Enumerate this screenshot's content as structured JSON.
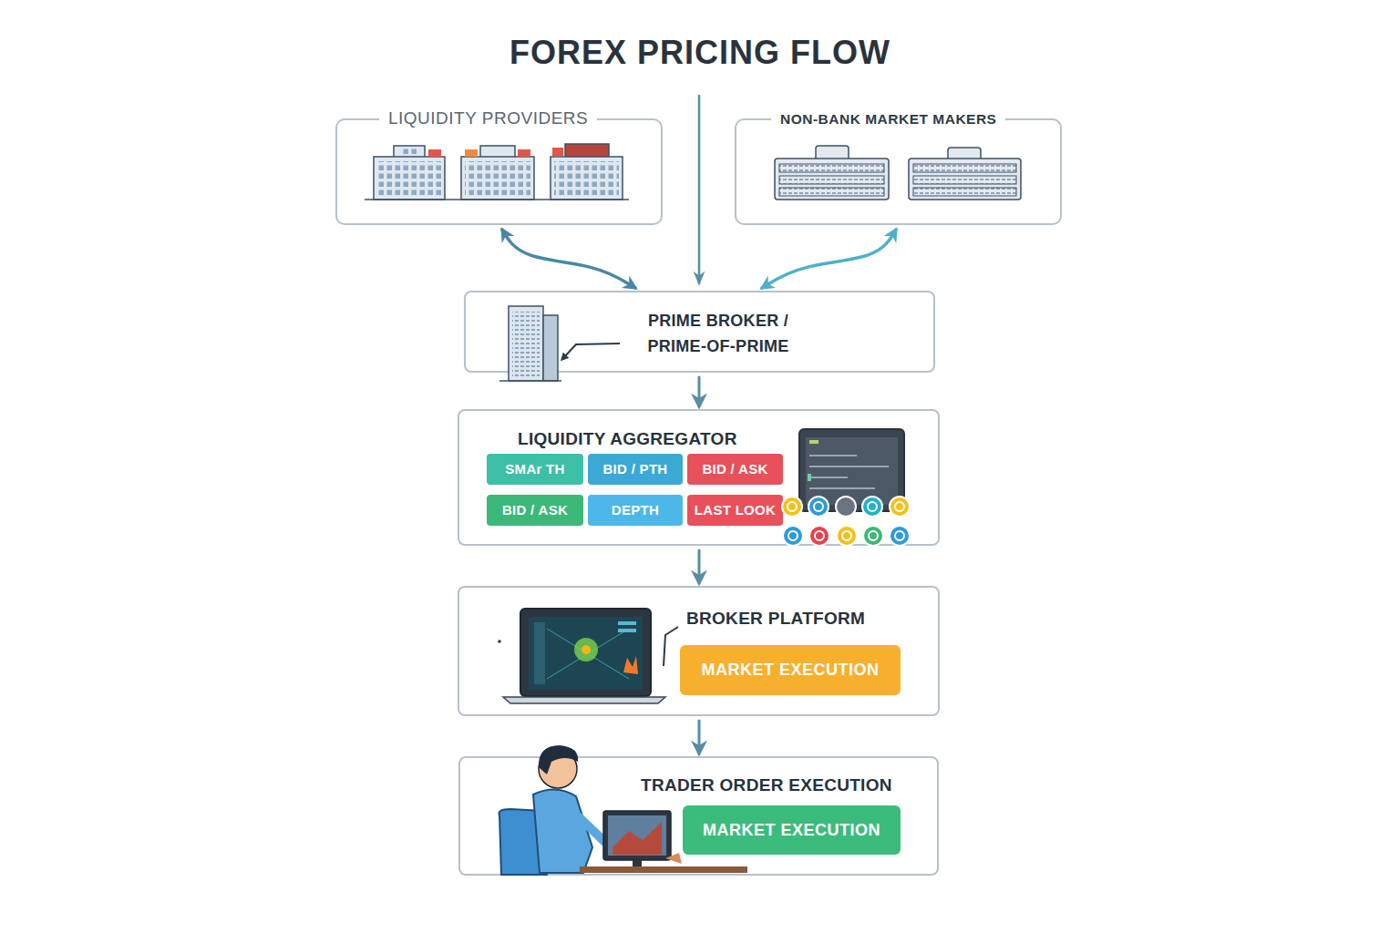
{
  "diagram": {
    "title": "FOREX PRICING FLOW",
    "nodes": [
      {
        "text": [
          "LIQUIDITY PROVIDERS"
        ]
      },
      {
        "text": [
          "NON-BANK MARKET MAKERS"
        ]
      },
      {
        "text": [
          "PRIME BROKER / PRIME-OF-PRIME"
        ]
      },
      {
        "text": [
          "LIQUIDITY AGGREGATOR"
        ]
      },
      {
        "text": [
          "SMAr TH"
        ],
        "in": 3
      },
      {
        "text": [
          "BID / PTH"
        ],
        "in": 3
      },
      {
        "text": [
          "BID / ASK"
        ],
        "in": 3
      },
      {
        "text": [
          "BID / ASK"
        ],
        "in": 3
      },
      {
        "text": [
          "DEPTH"
        ],
        "in": 3
      },
      {
        "text": [
          "LAST LOOK"
        ],
        "in": 3
      },
      {
        "text": [
          "BROKER PLATFORM"
        ]
      },
      {
        "text": [
          "MARKET EXECUTION"
        ],
        "in": 10
      },
      {
        "text": [
          "TRADER ORDER EXECUTION"
        ]
      },
      {
        "text": [
          "MARKET EXECUTION"
        ],
        "in": 12
      }
    ],
    "edges": [
      {
        "from": 0,
        "to": 2,
        "arrow": "both"
      },
      {
        "from": 1,
        "to": 2,
        "arrow": "both"
      },
      {
        "from": 2,
        "to": 3,
        "arrow": "to"
      },
      {
        "from": 3,
        "to": 10,
        "arrow": "to"
      },
      {
        "from": 10,
        "to": 12,
        "arrow": "to"
      }
    ]
  }
}
